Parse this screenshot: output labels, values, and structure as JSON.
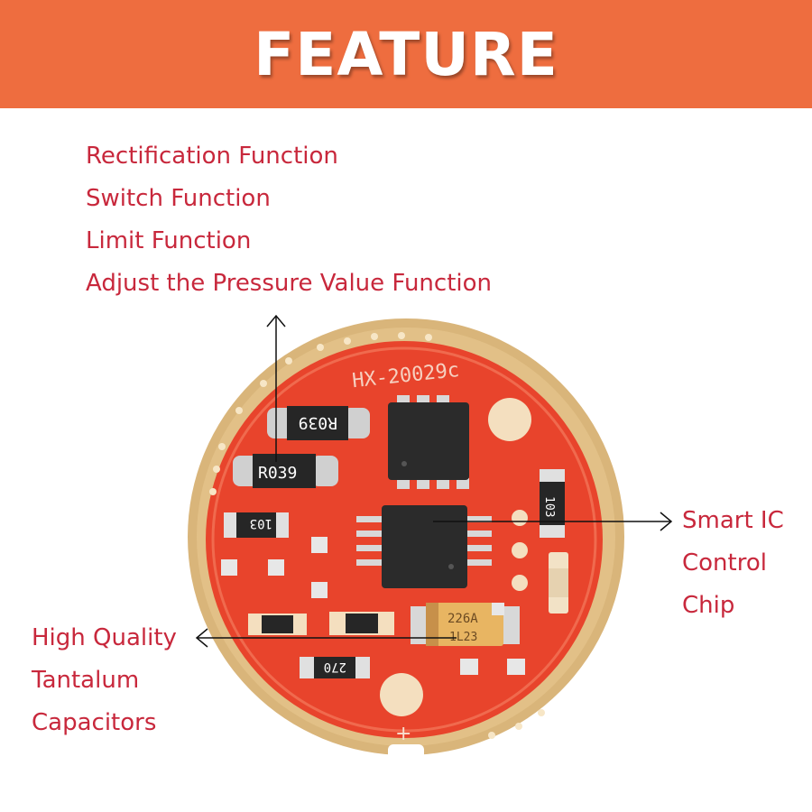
{
  "banner": {
    "title": "FEATURE",
    "background": "#ee6d3f"
  },
  "features": [
    "Rectification Function",
    "Switch Function",
    "Limit Function",
    "Adjust the Pressure Value Function"
  ],
  "callouts": {
    "ic": [
      "Smart IC",
      "Control",
      "Chip"
    ],
    "capacitor": [
      "High Quality",
      "Tantalum",
      "Capacitors"
    ]
  },
  "board": {
    "silkscreen": "HX-20029c",
    "resistor_1": "R039",
    "resistor_2": "R039",
    "resistor_3": "103",
    "resistor_4": "103",
    "resistor_5": "270",
    "capacitor_code_1": "226A",
    "capacitor_code_2": "1L23",
    "polarity": "+"
  },
  "colors": {
    "text": "#c8283c",
    "pcb": "#e8442c",
    "rim": "#d9b57a"
  }
}
